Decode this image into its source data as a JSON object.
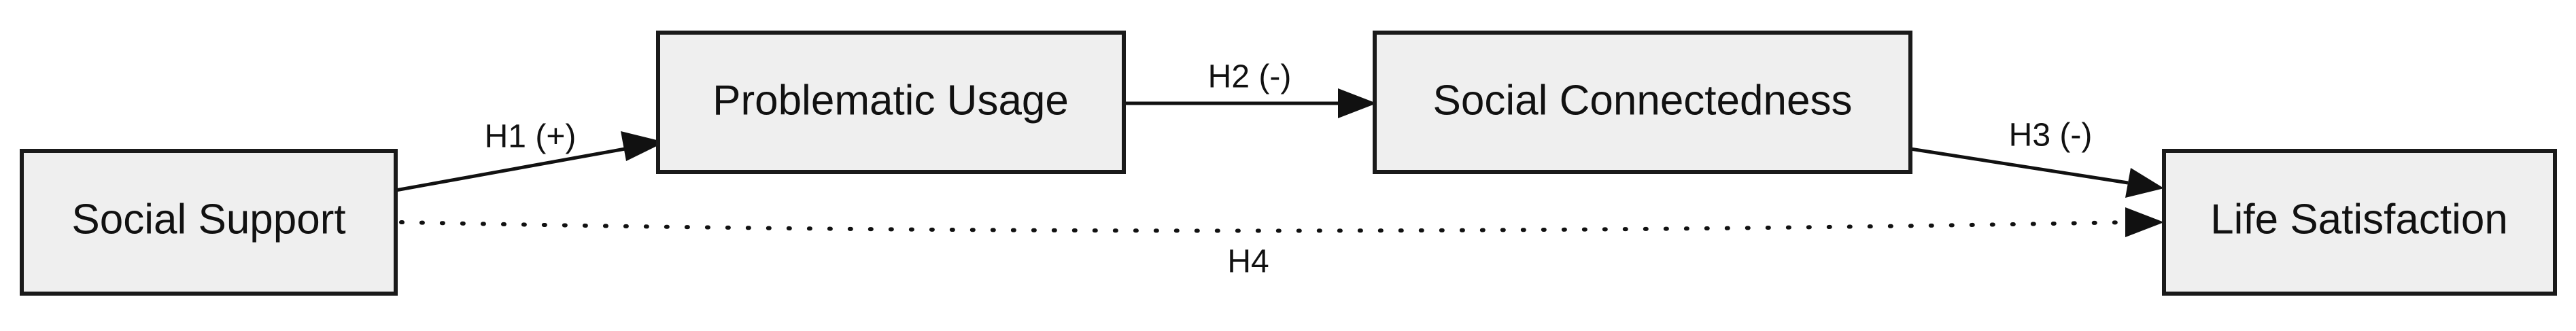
{
  "nodes": {
    "social_support": "Social Support",
    "problematic_usage": "Problematic Usage",
    "social_connectedness": "Social Connectedness",
    "life_satisfaction": "Life Satisfaction"
  },
  "edges": {
    "h1": "H1 (+)",
    "h2": "H2 (-)",
    "h3": "H3 (-)",
    "h4": "H4"
  }
}
